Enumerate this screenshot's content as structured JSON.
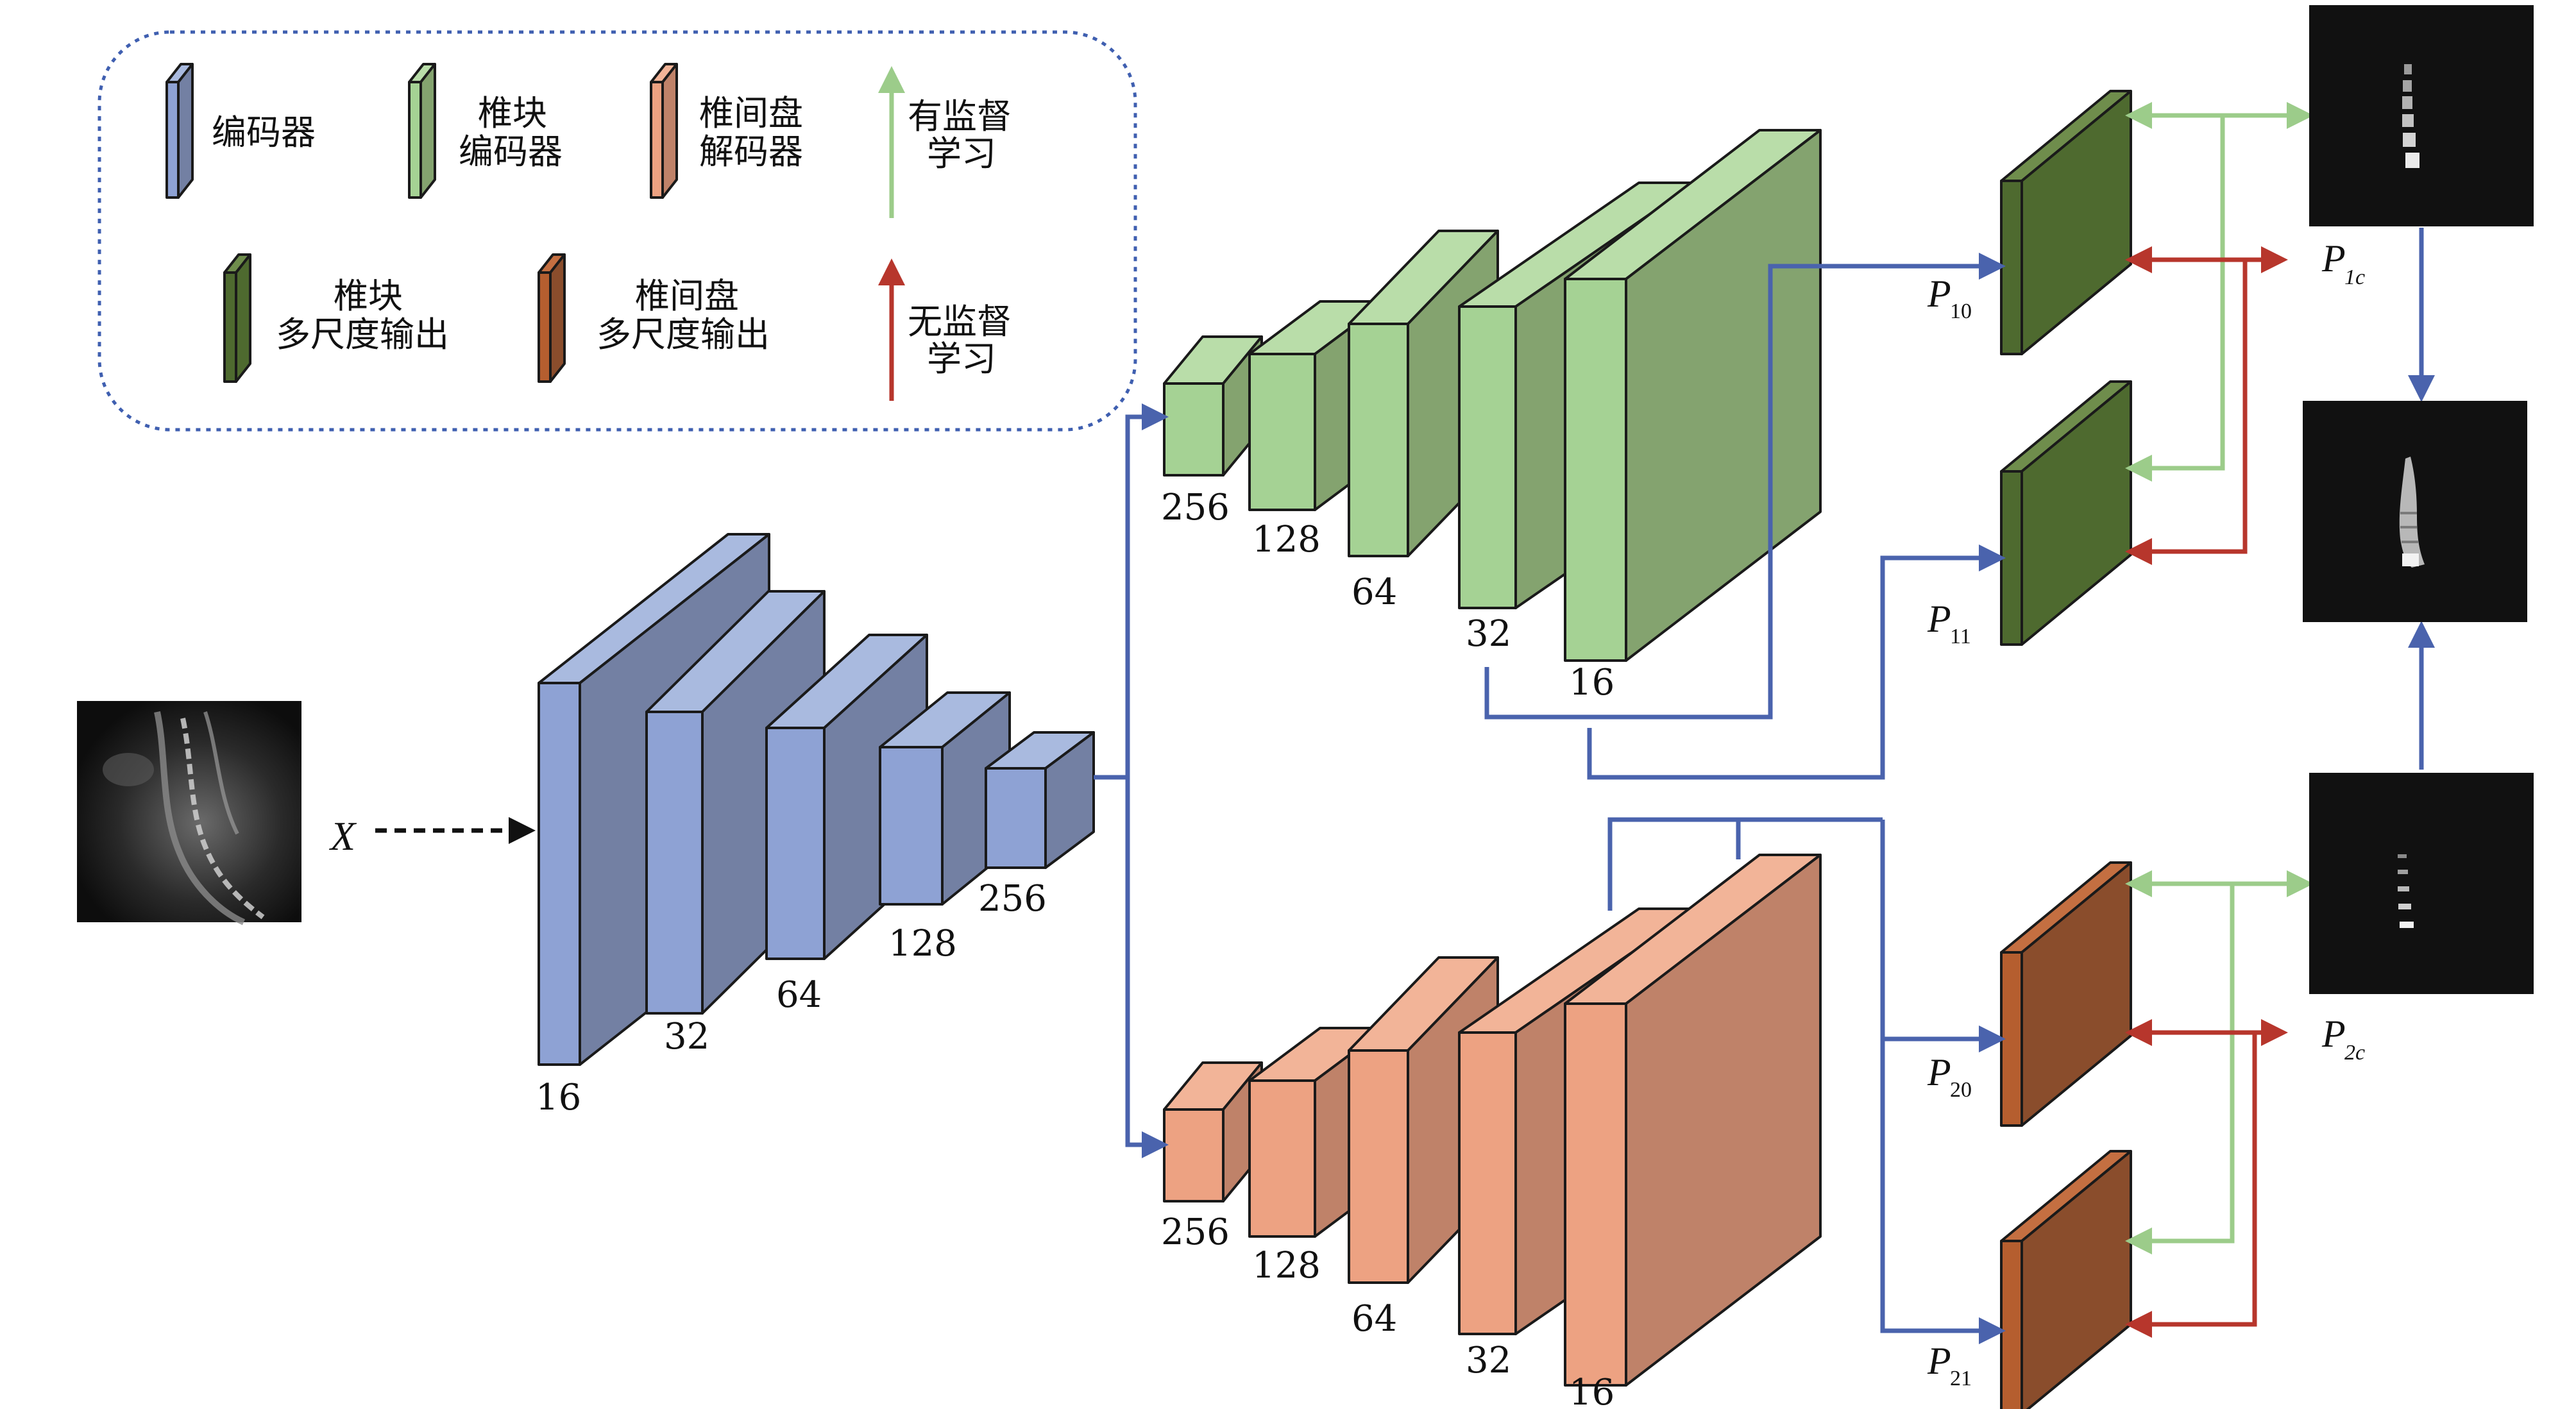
{
  "legend": {
    "encoder": "编码器",
    "vertebra_encoder": [
      "椎块",
      "编码器"
    ],
    "disc_decoder": [
      "椎间盘",
      "解码器"
    ],
    "supervised": [
      "有监督",
      "学习"
    ],
    "vertebra_output": [
      "椎块",
      "多尺度输出"
    ],
    "disc_output": [
      "椎间盘",
      "多尺度输出"
    ],
    "unsupervised": [
      "无监督",
      "学习"
    ]
  },
  "input_label": "X",
  "encoder_sizes": [
    "16",
    "32",
    "64",
    "128",
    "256"
  ],
  "vertebra_decoder_sizes": [
    "256",
    "128",
    "64",
    "32",
    "16"
  ],
  "disc_decoder_sizes": [
    "256",
    "128",
    "64",
    "32",
    "16"
  ],
  "outputs": {
    "p10": {
      "name": "P",
      "sub": "10"
    },
    "p11": {
      "name": "P",
      "sub": "11"
    },
    "p1c": {
      "name": "P",
      "sub": "1c"
    },
    "p20": {
      "name": "P",
      "sub": "20"
    },
    "p21": {
      "name": "P",
      "sub": "21"
    },
    "p2c": {
      "name": "P",
      "sub": "2c"
    }
  },
  "colors": {
    "encoder_front": "#8ea2d4",
    "encoder_side": "#7380a3",
    "encoder_top": "#a9badf",
    "vertebra_front": "#a5d294",
    "vertebra_side": "#84a36f",
    "vertebra_top": "#b9dda9",
    "disc_front": "#eda282",
    "disc_side": "#bf8269",
    "disc_top": "#f2b498",
    "vertebra_out_front": "#4e6a2f",
    "vertebra_out_side": "#4e6a2f",
    "vertebra_out_top": "#6f8d4c",
    "disc_out_front": "#b55e2f",
    "disc_out_side": "#8a4d2c",
    "disc_out_top": "#c46f41",
    "flow": "#4a63ad",
    "supervised": "#9ccc8a",
    "unsupervised": "#b7362c"
  }
}
